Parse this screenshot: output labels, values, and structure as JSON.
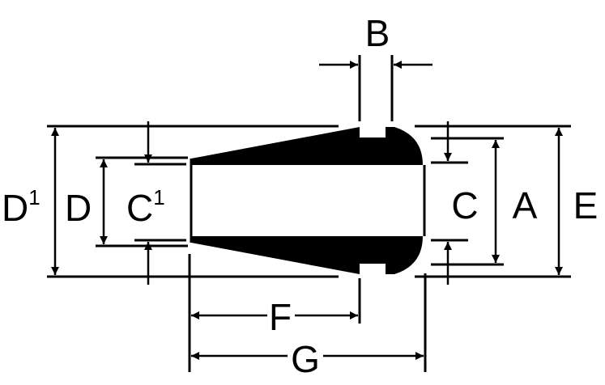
{
  "labels": {
    "b": "B",
    "d1": "D",
    "d1_sup": "1",
    "d": "D",
    "c1": "C",
    "c1_sup": "1",
    "c": "C",
    "a": "A",
    "e": "E",
    "f": "F",
    "g": "G"
  },
  "colors": {
    "ink": "#000000",
    "background": "#ffffff"
  }
}
